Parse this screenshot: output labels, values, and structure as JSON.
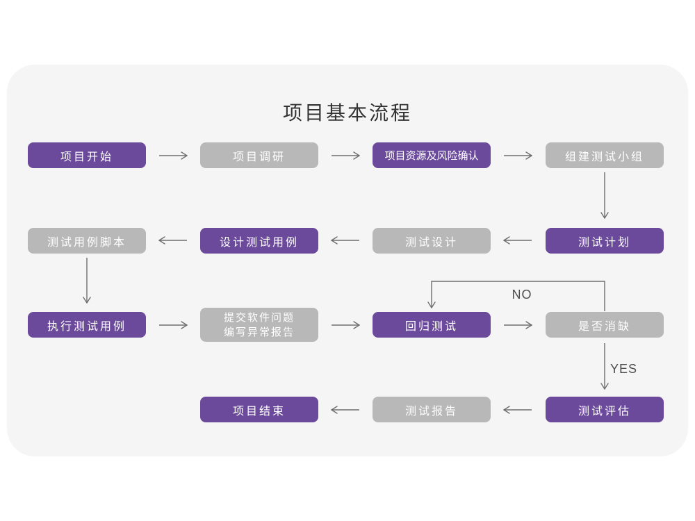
{
  "title": "项目基本流程",
  "colors": {
    "node_purple": "#6b4a9c",
    "node_gray": "#b9b8b9",
    "card_background": "#f6f5f6",
    "arrow": "#6e6e6e",
    "node_text": "#ffffff",
    "title_text": "#333333",
    "edge_label_text": "#4d4d4d"
  },
  "nodes": [
    {
      "id": "project-start",
      "label": "项目开始",
      "variant": "purple"
    },
    {
      "id": "project-research",
      "label": "项目调研",
      "variant": "gray"
    },
    {
      "id": "project-risk",
      "label": "项目资源及风险确认",
      "variant": "purple"
    },
    {
      "id": "build-test-team",
      "label": "组建测试小组",
      "variant": "gray"
    },
    {
      "id": "test-plan",
      "label": "测试计划",
      "variant": "purple"
    },
    {
      "id": "test-design",
      "label": "测试设计",
      "variant": "gray"
    },
    {
      "id": "design-test-case",
      "label": "设计测试用例",
      "variant": "purple"
    },
    {
      "id": "test-case-script",
      "label": "测试用例脚本",
      "variant": "gray"
    },
    {
      "id": "execute-test-case",
      "label": "执行测试用例",
      "variant": "purple"
    },
    {
      "id": "submit-issue",
      "label": "提交软件问题",
      "label2": "编写异常报告",
      "variant": "gray"
    },
    {
      "id": "regression-test",
      "label": "回归测试",
      "variant": "purple"
    },
    {
      "id": "defect-cleared",
      "label": "是否消缺",
      "variant": "gray"
    },
    {
      "id": "test-evaluate",
      "label": "测试评估",
      "variant": "purple"
    },
    {
      "id": "test-report",
      "label": "测试报告",
      "variant": "gray"
    },
    {
      "id": "project-end",
      "label": "项目结束",
      "variant": "purple"
    }
  ],
  "edge_labels": {
    "no": "NO",
    "yes": "YES"
  }
}
